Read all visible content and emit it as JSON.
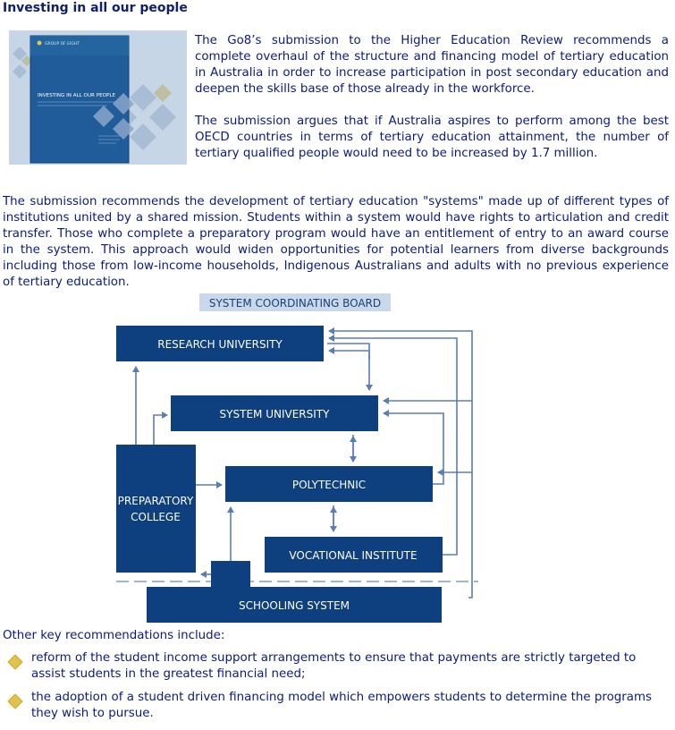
{
  "heading": "Investing in all our people",
  "cover": {
    "brand": "GROUP OF EIGHT",
    "title": "INVESTING IN ALL OUR PEOPLE"
  },
  "paragraphs": [
    "The Go8’s submission to the Higher Education Review recommends a complete overhaul of the structure and financing model of tertiary education in Australia in order to increase participation in post secondary education and deepen the skills base of those already in the workforce.",
    "The submission argues that if Australia aspires to perform among the best OECD countries in terms of tertiary education attainment, the number of tertiary qualified people would need to be increased by 1.7 million.",
    "The submission recommends the development of tertiary education \"systems\" made up of different types of institutions united by a shared mission. Students within a system would have rights to articulation and credit transfer. Those who complete a preparatory program would have an entitlement of entry to an award course in the system. This approach would widen opportunities for potential learners from diverse backgrounds including those from low-income households, Indigenous Australians and adults with no previous experience of tertiary education."
  ],
  "diagram": {
    "board": "SYSTEM COORDINATING BOARD",
    "research": "RESEARCH UNIVERSITY",
    "system": "SYSTEM UNIVERSITY",
    "polytechnic": "POLYTECHNIC",
    "vocational": "VOCATIONAL INSTITUTE",
    "preparatory_line1": "PREPARATORY",
    "preparatory_line2": "COLLEGE",
    "schooling": "SCHOOLING SYSTEM",
    "box_color": "#0e3f7e",
    "board_color": "#c9d8ea",
    "arrow_color": "#5a7fae"
  },
  "other_heading": "Other key recommendations include:",
  "bullets": [
    "reform of the student income support arrangements to ensure that payments are strictly targeted to assist students in the greatest financial need;",
    "the adoption of a student driven financing model which empowers students to determine the programs they wish to pursue."
  ],
  "colors": {
    "text": "#0d1a78",
    "bullet": "#e2c24a"
  }
}
